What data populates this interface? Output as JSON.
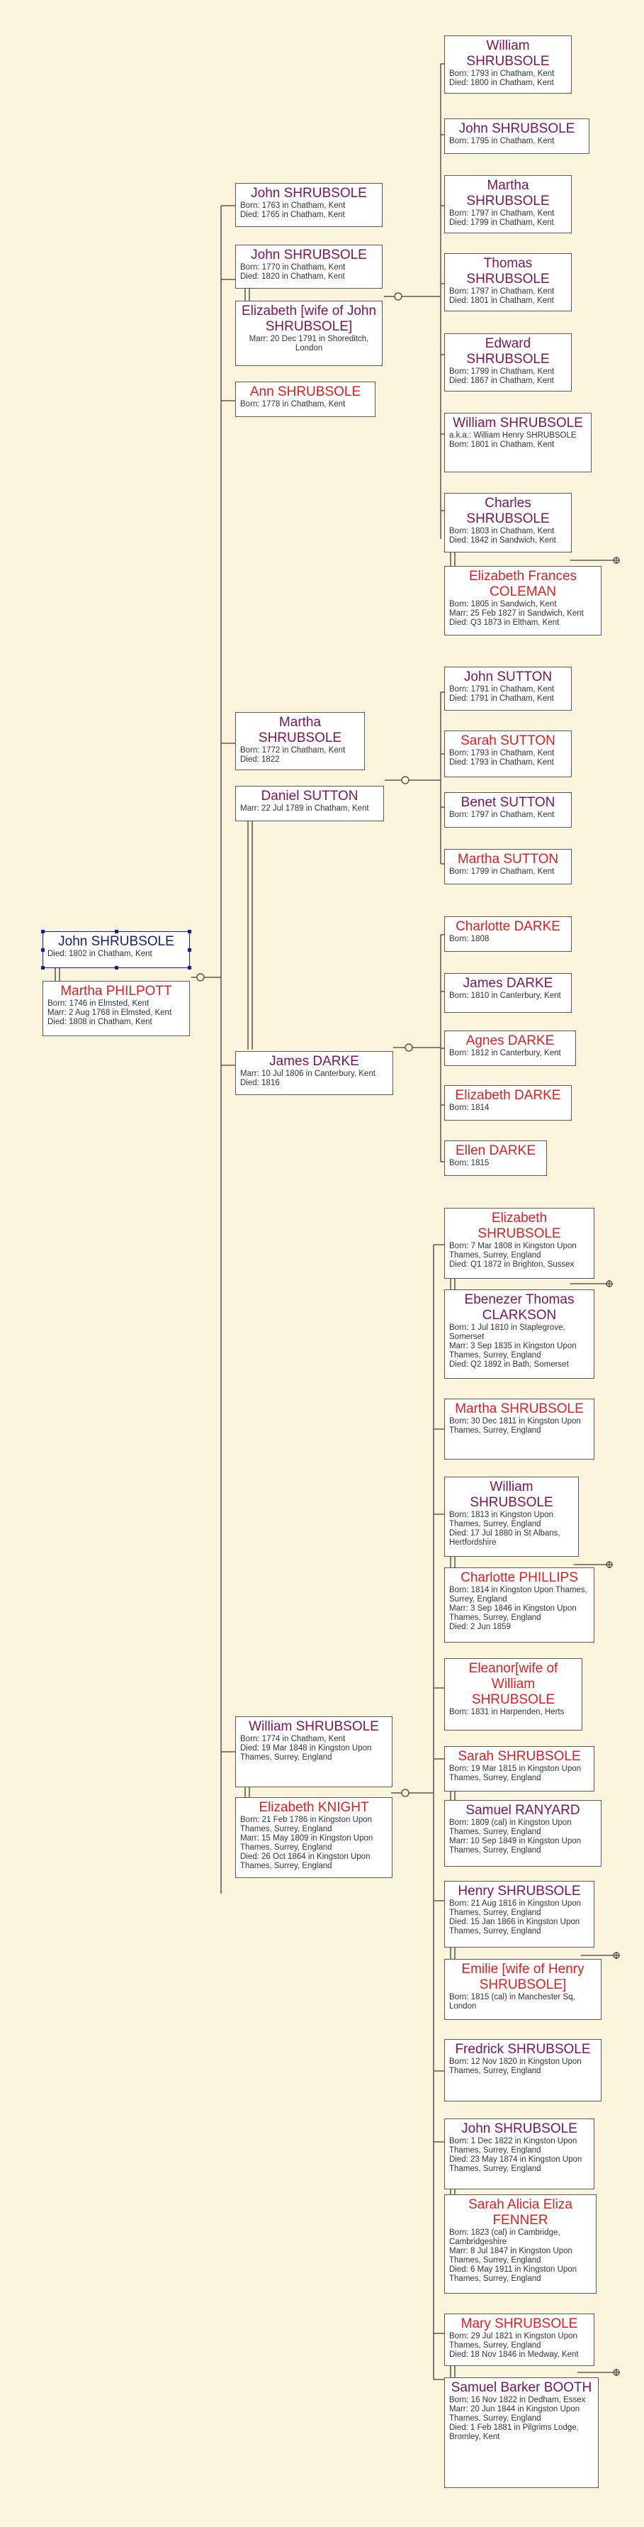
{
  "people": [
    {
      "name": "William SHRUBSOLE",
      "color": "m",
      "details": "Born: 1793 in Chatham, Kent\nDied: 1800 in Chatham, Kent"
    },
    {
      "name": "John SHRUBSOLE",
      "color": "m",
      "details": "Born: 1795 in Chatham, Kent"
    },
    {
      "name": "Martha SHRUBSOLE",
      "color": "m",
      "details": "Born: 1797 in Chatham, Kent\nDied: 1799 in Chatham, Kent"
    },
    {
      "name": "Thomas SHRUBSOLE",
      "color": "m",
      "details": "Born: 1797 in Chatham, Kent\nDied: 1801 in Chatham, Kent"
    },
    {
      "name": "Edward SHRUBSOLE",
      "color": "m",
      "details": "Born: 1799 in Chatham, Kent\nDied: 1867 in Chatham, Kent"
    },
    {
      "name": "William SHRUBSOLE",
      "color": "m",
      "details": "a.k.a.: William Henry SHRUBSOLE\nBorn: 1801 in Chatham, Kent"
    },
    {
      "name": "Charles SHRUBSOLE",
      "color": "m",
      "details": "Born: 1803 in Chatham, Kent\nDied: 1842 in Sandwich, Kent"
    },
    {
      "name": "Elizabeth Frances COLEMAN",
      "color": "f",
      "details": "Born: 1805 in Sandwich, Kent\nMarr: 25 Feb 1827 in Sandwich, Kent\nDied: Q3 1873 in Eltham, Kent"
    },
    {
      "name": "John SHRUBSOLE",
      "color": "m",
      "details": "Born: 1763 in Chatham, Kent\nDied: 1765 in Chatham, Kent"
    },
    {
      "name": "John SHRUBSOLE",
      "color": "m",
      "details": "Born: 1770 in Chatham, Kent\nDied: 1820 in Chatham, Kent"
    },
    {
      "name": "Elizabeth [wife of John SHRUBSOLE]",
      "color": "m",
      "details": "Marr: 20 Dec 1791 in Shoreditch, London"
    },
    {
      "name": "Ann SHRUBSOLE",
      "color": "f",
      "details": "Born: 1778 in Chatham, Kent"
    },
    {
      "name": "John SUTTON",
      "color": "m",
      "details": "Born: 1791 in Chatham, Kent\nDied: 1791 in Chatham, Kent"
    },
    {
      "name": "Sarah SUTTON",
      "color": "f",
      "details": "Born: 1793 in Chatham, Kent\nDied: 1793 in Chatham, Kent"
    },
    {
      "name": "Martha SHRUBSOLE",
      "color": "m",
      "details": "Born: 1772 in Chatham, Kent\nDied: 1822"
    },
    {
      "name": "Daniel SUTTON",
      "color": "m",
      "details": "Marr: 22 Jul 1789 in Chatham, Kent"
    },
    {
      "name": "Benet SUTTON",
      "color": "m",
      "details": "Born: 1797 in Chatham, Kent"
    },
    {
      "name": "Martha SUTTON",
      "color": "f",
      "details": "Born: 1799 in Chatham, Kent"
    },
    {
      "name": "Charlotte DARKE",
      "color": "f",
      "details": "Born: 1808"
    },
    {
      "name": "John SHRUBSOLE",
      "color": "s",
      "details": "Died: 1802 in Chatham, Kent"
    },
    {
      "name": "Martha PHILPOTT",
      "color": "f",
      "details": "Born: 1746 in Elmsted, Kent\nMarr: 2 Aug 1768 in Elmsted, Kent\nDied: 1808 in Chatham, Kent"
    },
    {
      "name": "James DARKE",
      "color": "m",
      "details": "Born: 1810 in Canterbury, Kent"
    },
    {
      "name": "Agnes DARKE",
      "color": "f",
      "details": "Born: 1812 in Canterbury, Kent"
    },
    {
      "name": "James DARKE",
      "color": "m",
      "details": "Marr: 10 Jul 1806 in Canterbury, Kent\nDied: 1816"
    },
    {
      "name": "Elizabeth DARKE",
      "color": "f",
      "details": "Born: 1814"
    },
    {
      "name": "Ellen DARKE",
      "color": "f",
      "details": "Born: 1815"
    },
    {
      "name": "Elizabeth SHRUBSOLE",
      "color": "f",
      "details": "Born: 7 Mar 1808 in Kingston Upon Thames, Surrey, England\nDied: Q1 1872 in Brighton, Sussex"
    },
    {
      "name": "Ebenezer Thomas CLARKSON",
      "color": "m",
      "details": "Born: 1 Jul 1810 in Staplegrove, Somerset\nMarr: 3 Sep 1835 in Kingston Upon Thames, Surrey, England\nDied: Q2 1892 in Bath, Somerset"
    },
    {
      "name": "Martha SHRUBSOLE",
      "color": "f",
      "details": "Born: 30 Dec 1811 in Kingston Upon Thames, Surrey, England"
    },
    {
      "name": "William SHRUBSOLE",
      "color": "m",
      "details": "Born: 1813 in Kingston Upon Thames, Surrey, England\nDied: 17 Jul 1880 in St Albans, Hertfordshire"
    },
    {
      "name": "Charlotte PHILLIPS",
      "color": "f",
      "details": "Born: 1814 in Kingston Upon Thames, Surrey, England\nMarr: 3 Sep 1846 in Kingston Upon Thames, Surrey, England\nDied: 2 Jun 1859"
    },
    {
      "name": "Eleanor[wife of William SHRUBSOLE",
      "color": "f",
      "details": "Born: 1831 in Harpenden, Herts"
    },
    {
      "name": "William SHRUBSOLE",
      "color": "m",
      "details": "Born: 1774 in Chatham, Kent\nDied: 19 Mar 1848 in Kingston Upon Thames, Surrey, England"
    },
    {
      "name": "Sarah SHRUBSOLE",
      "color": "f",
      "details": "Born: 19 Mar 1815 in Kingston Upon Thames, Surrey, England"
    },
    {
      "name": "Elizabeth KNIGHT",
      "color": "f",
      "details": "Born: 21 Feb 1786 in Kingston Upon Thames, Surrey, England\nMarr: 15 May 1809 in Kingston Upon Thames, Surrey, England\nDied: 26 Oct 1864 in Kingston Upon Thames, Surrey, England"
    },
    {
      "name": "Samuel RANYARD",
      "color": "m",
      "details": "Born: 1809 (cal) in Kingston Upon Thames, Surrey, England\nMarr: 10 Sep 1849 in Kingston Upon Thames, Surrey, England"
    },
    {
      "name": "Henry SHRUBSOLE",
      "color": "m",
      "details": "Born: 21 Aug 1816 in Kingston Upon Thames, Surrey, England\nDied: 15 Jan 1866 in Kingston Upon Thames, Surrey, England"
    },
    {
      "name": "Emilie [wife of Henry SHRUBSOLE]",
      "color": "f",
      "details": "Born: 1815 (cal) in Manchester Sq, London"
    },
    {
      "name": "Fredrick SHRUBSOLE",
      "color": "m",
      "details": "Born: 12 Nov 1820 in Kingston Upon Thames, Surrey, England"
    },
    {
      "name": "John SHRUBSOLE",
      "color": "m",
      "details": "Born: 1 Dec 1822 in Kingston Upon Thames, Surrey, England\nDied: 23 May 1874 in Kingston Upon Thames, Surrey, England"
    },
    {
      "name": "Sarah Alicia Eliza FENNER",
      "color": "f",
      "details": "Born: 1823 (cal) in Cambridge, Cambridgeshire\nMarr: 8 Jul 1847 in Kingston Upon Thames, Surrey, England\nDied: 6 May 1911 in Kingston Upon Thames, Surrey, England"
    },
    {
      "name": "Mary SHRUBSOLE",
      "color": "f",
      "details": "Born: 29 Jul 1821 in Kingston Upon Thames, Surrey, England\nDied: 18 Nov 1846 in Medway, Kent"
    },
    {
      "name": "Samuel Barker BOOTH",
      "color": "m",
      "details": "Born: 16 Nov 1822 in Dedham, Essex\nMarr: 20 Jun 1844 in Kingston Upon Thames, Surrey, England\nDied: 1 Feb 1881 in Pilgrims Lodge, Bromley, Kent"
    }
  ]
}
